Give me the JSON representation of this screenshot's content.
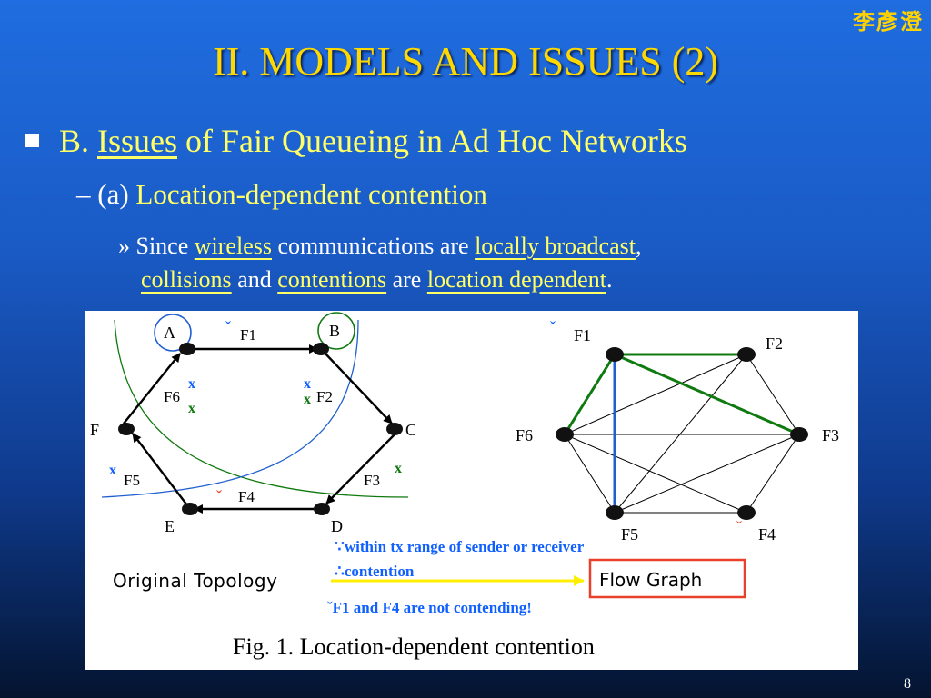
{
  "slide": {
    "logo": "李彥澄",
    "title": "II. MODELS AND ISSUES (2)",
    "bullet1": {
      "prefix": "B. ",
      "underlined": "Issues",
      "rest": " of Fair Queueing in Ad Hoc Networks"
    },
    "bullet2": {
      "prefix": "– (a) ",
      "text": "Location-dependent contention"
    },
    "bullet3": {
      "marker": "» ",
      "t1": "Since ",
      "u1": "wireless",
      "t2": " communications are ",
      "u2": "locally broadcast",
      "t3": ",",
      "u3": "collisions",
      "t4": " and ",
      "u4": "contentions",
      "t5": " are ",
      "u5": "location dependent",
      "t6": "."
    },
    "page_number": "8"
  },
  "figure": {
    "nodes": {
      "a": "A",
      "b": "B",
      "c": "C",
      "d": "D",
      "e": "E",
      "f": "F"
    },
    "flows": {
      "f1": "F1",
      "f2": "F2",
      "f3": "F3",
      "f4": "F4",
      "f5": "F5",
      "f6": "F6"
    },
    "graph_nodes": {
      "f1": "F1",
      "f2": "F2",
      "f3": "F3",
      "f4": "F4",
      "f5": "F5",
      "f6": "F6"
    },
    "x_mark": "x",
    "check_mark": "ˇ",
    "annotation1": "∵within tx range of sender or receiver",
    "annotation2": "∴contention",
    "annotation3": "ˇF1 and F4 are not contending!",
    "label_original": "Original  Topology",
    "label_flow": "Flow   Graph",
    "caption": "Fig. 1.  Location-dependent contention",
    "colors": {
      "blue": "#1f5fd0",
      "green": "#0f7a0f",
      "arrow": "#ffff00",
      "box": "#e8402a",
      "annot": "#1060ff"
    }
  }
}
